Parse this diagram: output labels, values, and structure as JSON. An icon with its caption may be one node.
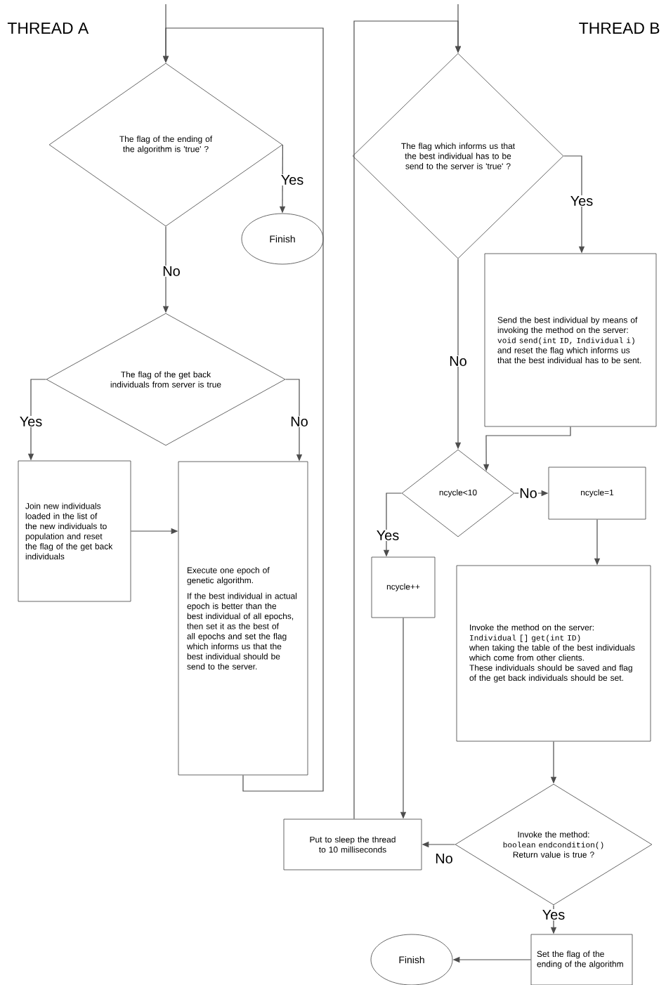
{
  "diagram": {
    "nodes": [
      {
        "text": [
          "The flag of the ending of the algorithm is 'true' ?"
        ]
      },
      {
        "text": [
          "Finish"
        ]
      },
      {
        "text": [
          "The flag of the get back individuals from server is true"
        ]
      },
      {
        "text": [
          "Join new individuals loaded in the list of the new individuals to population and reset the flag of the get back individuals"
        ]
      },
      {
        "text": [
          "Execute one epoch of genetic algorithm.",
          "If the best individual in actual epoch is better than the best individual of all epochs, then set it as the best of all epochs and set the flag which informs us that the best individual should be send to the server."
        ]
      },
      {
        "text": [
          "The flag which informs us that the best individual has to be send to the server is 'true' ?"
        ]
      },
      {
        "text": [
          "Send the best individual by means of invoking the method on the server:",
          "void send(int ID, Individual i)",
          "and reset the flag which informs us that the best individual has to be sent."
        ]
      },
      {
        "text": [
          "ncycle<10"
        ]
      },
      {
        "text": [
          "ncycle=1"
        ]
      },
      {
        "text": [
          "ncycle++"
        ]
      },
      {
        "text": [
          "Invoke the method on the server:",
          "Individual [] get(int ID)",
          "when taking the table of the best individuals which come from other clients.",
          "These individuals should be saved and flag of the get back individuals should be set."
        ]
      },
      {
        "text": [
          "Put to sleep the thread to 10 milliseconds"
        ]
      },
      {
        "text": [
          "Invoke the method:",
          "boolean endcondition()",
          "Return value is true ?"
        ]
      },
      {
        "text": [
          "Set the flag of the ending of the algorithm"
        ]
      },
      {
        "text": [
          "Finish"
        ]
      }
    ],
    "edges": [
      {
        "from": null,
        "to": 0,
        "arrow": "to"
      },
      {
        "from": 0,
        "to": 1,
        "arrow": "to",
        "label": "Yes"
      },
      {
        "from": 0,
        "to": 2,
        "arrow": "to",
        "label": "No"
      },
      {
        "from": 2,
        "to": 3,
        "arrow": "to",
        "label": "Yes"
      },
      {
        "from": 2,
        "to": 4,
        "arrow": "to",
        "label": "No"
      },
      {
        "from": 3,
        "to": 4,
        "arrow": "to"
      },
      {
        "from": 4,
        "to": 0,
        "arrow": "to"
      },
      {
        "from": null,
        "to": 5,
        "arrow": "to"
      },
      {
        "from": 11,
        "to": 5,
        "arrow": "to"
      },
      {
        "from": 5,
        "to": 6,
        "arrow": "to",
        "label": "Yes"
      },
      {
        "from": 5,
        "to": 7,
        "arrow": "to",
        "label": "No"
      },
      {
        "from": 6,
        "to": 7,
        "arrow": "to"
      },
      {
        "from": 7,
        "to": 8,
        "arrow": "to",
        "label": "No"
      },
      {
        "from": 7,
        "to": 9,
        "arrow": "to",
        "label": "Yes"
      },
      {
        "from": 8,
        "to": 10,
        "arrow": "to"
      },
      {
        "from": 9,
        "to": 11,
        "arrow": "to"
      },
      {
        "from": 10,
        "to": 12,
        "arrow": "to"
      },
      {
        "from": 12,
        "to": 11,
        "arrow": "to",
        "label": "No"
      },
      {
        "from": 12,
        "to": 13,
        "arrow": "to",
        "label": "Yes"
      },
      {
        "from": 13,
        "to": 14,
        "arrow": "to"
      }
    ],
    "labels": [
      "THREAD A",
      "THREAD B"
    ]
  }
}
